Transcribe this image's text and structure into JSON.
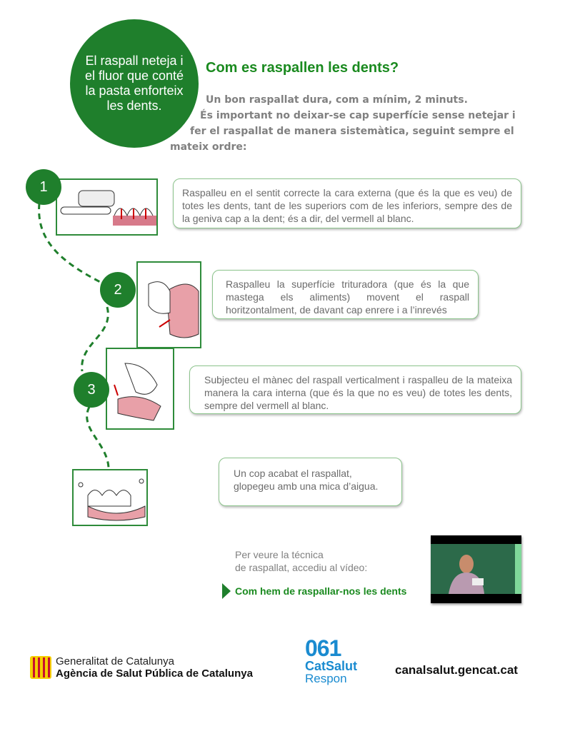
{
  "bubble": "El raspall neteja i el fluor que conté la pasta enforteix les dents.",
  "title": "Com es raspallen les dents?",
  "intro": [
    "Un bon raspallat dura, com a mínim, 2 minuts.",
    "És important no deixar-se cap superfície sense netejar i",
    "fer el raspallat de manera sistemàtica, seguint sempre el",
    "mateix ordre:"
  ],
  "steps": [
    {
      "num": "1",
      "text": "Raspalleu en el sentit correcte la cara externa (que és la que es veu) de totes les dents, tant de les superiors com de les inferiors, sempre des de la geniva cap a la dent; és a dir, del vermell al blanc."
    },
    {
      "num": "2",
      "text": "Raspalleu la superfície trituradora (que és la que mastega els aliments) movent el raspall horitzontalment, de davant cap enrere i a l’inrevés"
    },
    {
      "num": "3",
      "text": "Subjecteu el mànec del raspall verticalment i raspalleu de la mateixa manera la cara interna (que és la que no es veu) de totes les dents, sempre del vermell al blanc."
    },
    {
      "text": "Un cop acabat el raspallat, glopegeu amb una mica d’aigua."
    }
  ],
  "video": {
    "text": "Per veure la técnica\nde raspallat, accediu al vídeo:",
    "link": "Com hem de raspallar-nos les dents"
  },
  "footer": {
    "gen1": "Generalitat de Catalunya",
    "gen2": "Agència de Salut Pública de Catalunya",
    "n061": "061",
    "catsalut": "CatSalut",
    "respon": "Respon",
    "site": "canalsalut.gencat.cat"
  },
  "colors": {
    "green": "#1f7f2c",
    "gray": "#808080",
    "blue": "#1a8bd0"
  }
}
